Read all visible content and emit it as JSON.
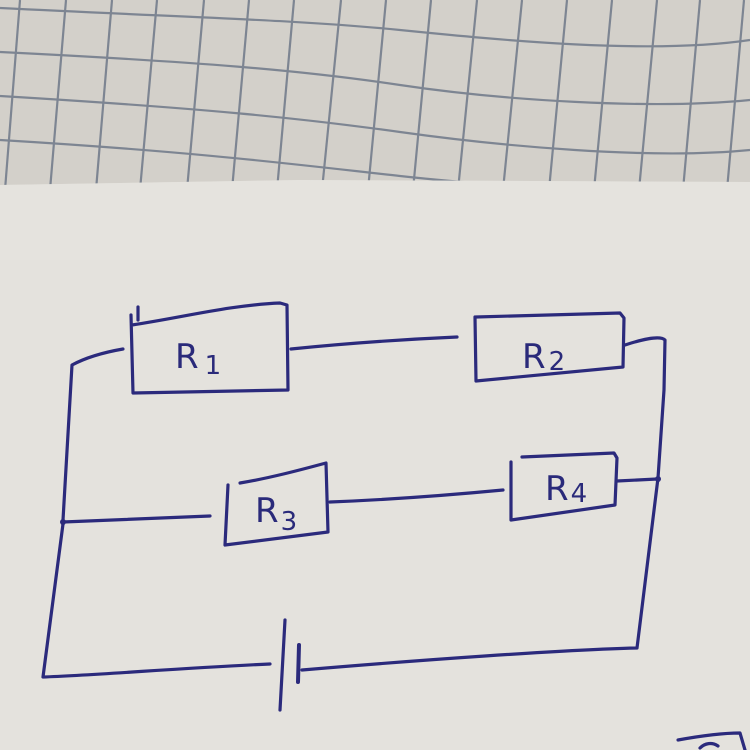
{
  "colors": {
    "ink": "#2b2a7c",
    "grid_paper": "#d3d0ca",
    "grid_line": "#707a8a",
    "note_paper": "#e4e2dd"
  },
  "diagram": {
    "type": "electrical-circuit",
    "components": [
      {
        "id": "R1",
        "kind": "resistor",
        "label": "R",
        "subscript": "1"
      },
      {
        "id": "R2",
        "kind": "resistor",
        "label": "R",
        "subscript": "2"
      },
      {
        "id": "R3",
        "kind": "resistor",
        "label": "R",
        "subscript": "3"
      },
      {
        "id": "R4",
        "kind": "resistor",
        "label": "R",
        "subscript": "4"
      },
      {
        "id": "B",
        "kind": "battery",
        "label": ""
      }
    ],
    "connections": [
      "Left rail → R1 → R2 → right rail (top branch)",
      "Left rail junction → R3 → R4 → right rail junction (middle branch)",
      "Left rail → battery → right rail (bottom branch)"
    ],
    "topology": "R1-R2 series branch in parallel with R3-R4 series branch, powered by a battery"
  }
}
